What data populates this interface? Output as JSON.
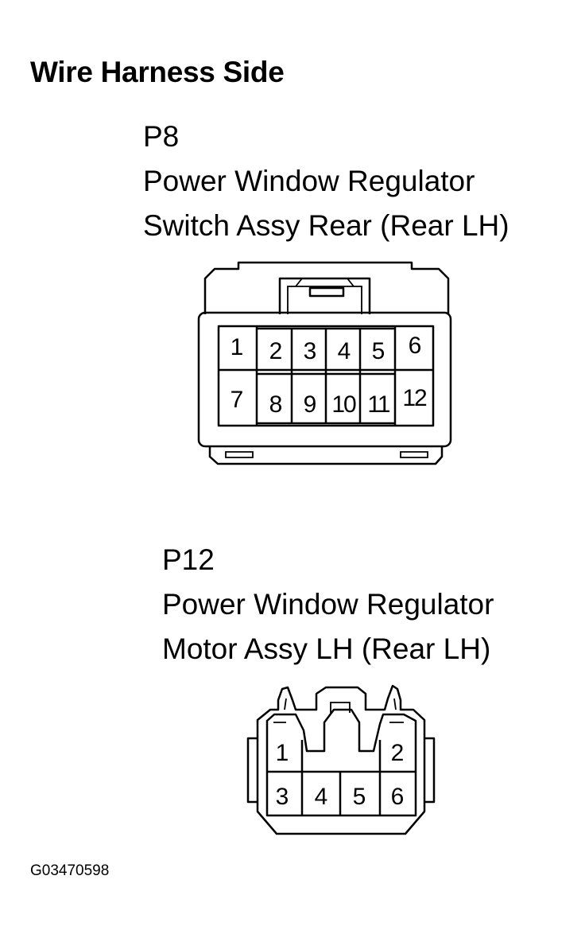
{
  "heading": "Wire Harness Side",
  "connectors": [
    {
      "code": "P8",
      "line1": "Power Window Regulator",
      "line2": "Switch Assy Rear (Rear LH)",
      "pins": [
        "1",
        "2",
        "3",
        "4",
        "5",
        "6",
        "7",
        "8",
        "9",
        "10",
        "11",
        "12"
      ]
    },
    {
      "code": "P12",
      "line1": "Power Window Regulator",
      "line2": "Motor Assy LH (Rear LH)",
      "pins": [
        "1",
        "2",
        "3",
        "4",
        "5",
        "6"
      ]
    }
  ],
  "figure_id": "G03470598"
}
